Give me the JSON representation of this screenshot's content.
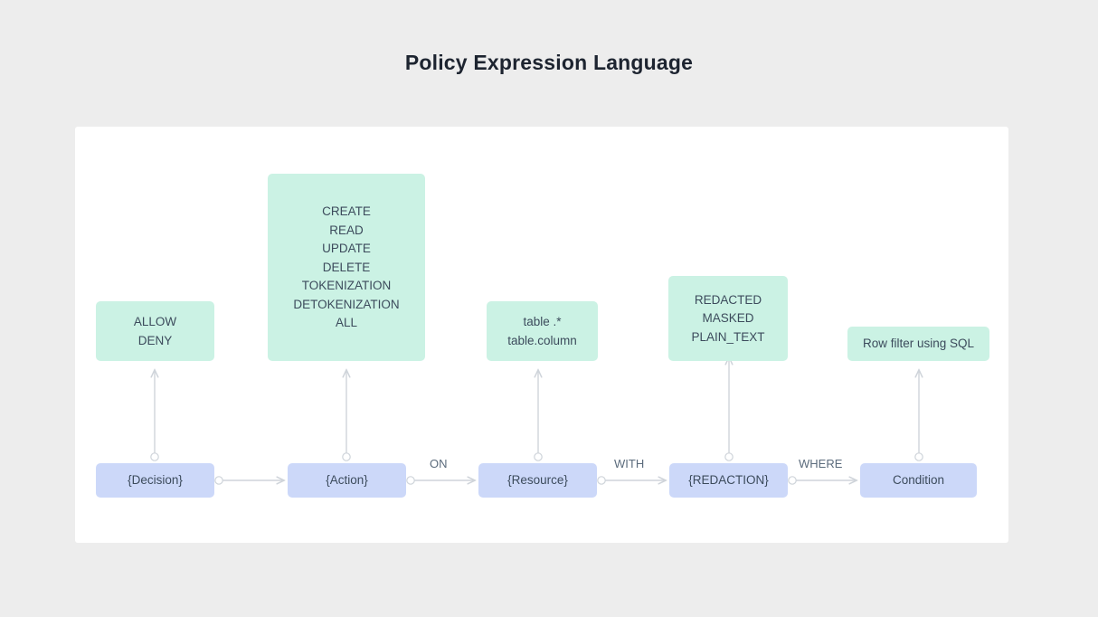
{
  "page": {
    "title": "Policy Expression Language",
    "background_color": "#ededed",
    "card_color": "#ffffff"
  },
  "colors": {
    "option_box": "#cbf2e4",
    "token_box": "#ccd8f9",
    "text": "#3c4b5c",
    "edge_label": "#5b6b7c",
    "connector": "#cfd4da"
  },
  "diagram": {
    "type": "flow-grammar",
    "tokens": [
      {
        "id": "decision",
        "label": "{Decision}"
      },
      {
        "id": "action",
        "label": "{Action}"
      },
      {
        "id": "resource",
        "label": "{Resource}"
      },
      {
        "id": "redaction",
        "label": "{REDACTION}"
      },
      {
        "id": "condition",
        "label": "Condition"
      }
    ],
    "keywords": [
      {
        "id": "on",
        "label": "ON"
      },
      {
        "id": "with",
        "label": "WITH"
      },
      {
        "id": "where",
        "label": "WHERE"
      }
    ],
    "options": {
      "decision": [
        "ALLOW",
        "DENY"
      ],
      "action": [
        "CREATE",
        "READ",
        "UPDATE",
        "DELETE",
        "TOKENIZATION",
        "DETOKENIZATION",
        "ALL"
      ],
      "resource": [
        "table .*",
        "table.column"
      ],
      "redaction": [
        "REDACTED",
        "MASKED",
        "PLAIN_TEXT"
      ],
      "condition": [
        "Row filter using SQL"
      ]
    }
  }
}
